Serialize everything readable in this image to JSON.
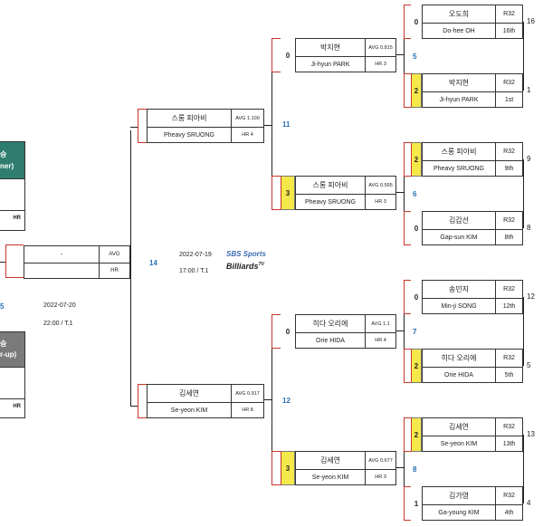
{
  "left_panel": {
    "winner_label_fragment1": "승",
    "winner_label_fragment2": "ner)",
    "runner_label_fragment1": "승",
    "runner_label_fragment2": "r-up)",
    "winner_hr_label": "HR",
    "runner_hr_label": "HR",
    "final_partial_label": "5",
    "final_date": "2022-07-20",
    "final_time": "22:00 / T.1",
    "final_card": {
      "name": "-",
      "avg_label": "AVG",
      "hr_label": "HR"
    },
    "final_match_no": "14",
    "accent_green": "#2e7d6e",
    "accent_gray": "#7a7a7a"
  },
  "semifinal": {
    "date": "2022-07-19",
    "time": "17:00 / T.1",
    "logo_top": "SBS Sports",
    "logo_bottom": "Billiards",
    "logo_tv": "TV",
    "top": {
      "name_ko": "스롱 피아비",
      "name_en": "Pheavy SRUONG",
      "avg": "AVG 1.100",
      "hr": "HR 4",
      "match_no": "11"
    },
    "bottom": {
      "name_ko": "김세연",
      "name_en": "Se-yeon KIM",
      "avg": "AVG 0.917",
      "hr": "HR 8",
      "match_no": "12"
    }
  },
  "quarterfinals": [
    {
      "score": "0",
      "name_ko": "박지현",
      "name_en": "Ji-hyun PARK",
      "avg": "AVG 0.815",
      "hr": "HR 3",
      "winner": false,
      "match_no": "5"
    },
    {
      "score": "3",
      "name_ko": "스롱 피아비",
      "name_en": "Pheavy SRUONG",
      "avg": "AVG 0.595",
      "hr": "HR 3",
      "winner": true,
      "match_no": "6"
    },
    {
      "score": "0",
      "name_ko": "히다 오리에",
      "name_en": "Orie HIDA",
      "avg": "AVG 1.1",
      "hr": "HR 4",
      "winner": false,
      "match_no": "7"
    },
    {
      "score": "3",
      "name_ko": "김세연",
      "name_en": "Se-yeon KIM",
      "avg": "AVG 0.677",
      "hr": "HR 3",
      "winner": true,
      "match_no": "8"
    }
  ],
  "round16": [
    {
      "score": "0",
      "name_ko": "오도희",
      "name_en": "Do-hee OH",
      "round": "R32",
      "rank": "16th",
      "seed": "16",
      "winner": false
    },
    {
      "score": "2",
      "name_ko": "박지현",
      "name_en": "Ji-hyun PARK",
      "round": "R32",
      "rank": "1st",
      "seed": "1",
      "winner": true
    },
    {
      "score": "2",
      "name_ko": "스롱 피아비",
      "name_en": "Pheavy SRUONG",
      "round": "R32",
      "rank": "9th",
      "seed": "9",
      "winner": true
    },
    {
      "score": "0",
      "name_ko": "김갑선",
      "name_en": "Gap-sun KIM",
      "round": "R32",
      "rank": "8th",
      "seed": "8",
      "winner": false
    },
    {
      "score": "0",
      "name_ko": "송민지",
      "name_en": "Min-ji SONG",
      "round": "R32",
      "rank": "12th",
      "seed": "12",
      "winner": false
    },
    {
      "score": "2",
      "name_ko": "히다 오리에",
      "name_en": "Orie HIDA",
      "round": "R32",
      "rank": "5th",
      "seed": "5",
      "winner": true
    },
    {
      "score": "2",
      "name_ko": "김세연",
      "name_en": "Se-yeon KIM",
      "round": "R32",
      "rank": "13th",
      "seed": "13",
      "winner": true
    },
    {
      "score": "1",
      "name_ko": "김가영",
      "name_en": "Ga-young KIM",
      "round": "R32",
      "rank": "4th",
      "seed": "4",
      "winner": false
    }
  ]
}
